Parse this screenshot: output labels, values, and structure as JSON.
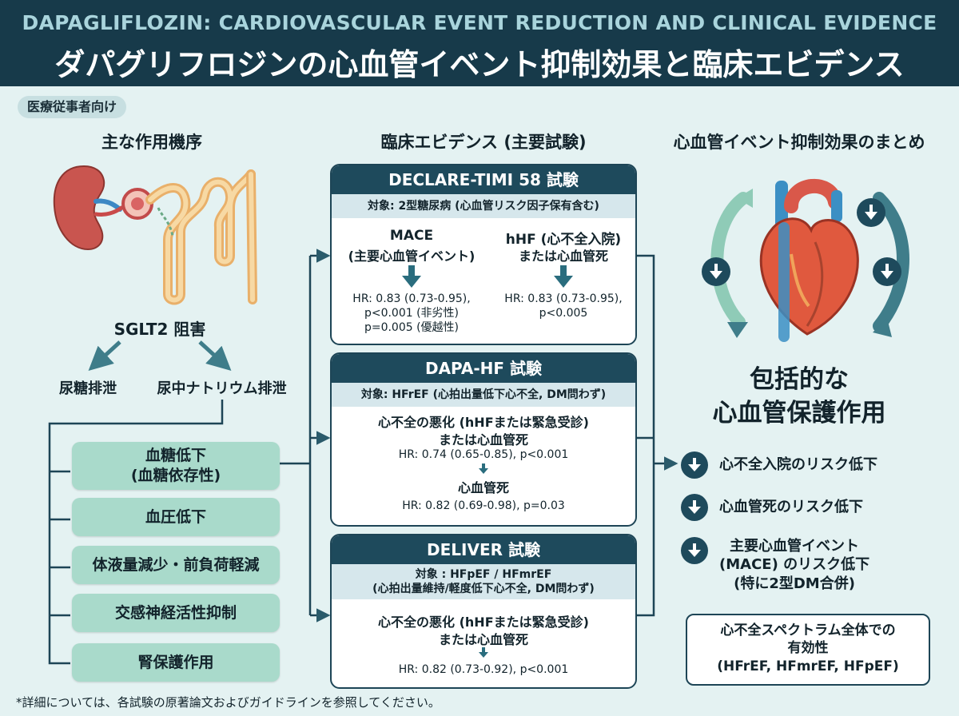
{
  "header": {
    "title_en": "DAPAGLIFLOZIN: CARDIOVASCULAR EVENT REDUCTION AND CLINICAL EVIDENCE",
    "title_ja": "ダパグリフロジンの心血管イベント抑制効果と臨床エビデンス"
  },
  "audience_tag": "医療従事者向け",
  "mechanism": {
    "title": "主な作用機序",
    "sglt2": "SGLT2 阻害",
    "branch_left": "尿糖排泄",
    "branch_right": "尿中ナトリウム排泄",
    "effects": [
      {
        "line1": "血糖低下",
        "line2": "(血糖依存性)"
      },
      {
        "line1": "血圧低下",
        "line2": ""
      },
      {
        "line1": "体液量減少・前負荷軽減",
        "line2": ""
      },
      {
        "line1": "交感神経活性抑制",
        "line2": ""
      },
      {
        "line1": "腎保護作用",
        "line2": ""
      }
    ]
  },
  "evidence": {
    "title": "臨床エビデンス (主要試験)",
    "declare": {
      "name": "DECLARE-TIMI 58 試験",
      "target": "対象: 2型糖尿病 (心血管リスク因子保有含む)",
      "left_ep_line1": "MACE",
      "left_ep_line2": "(主要心血管イベント)",
      "left_hr_line1": "HR: 0.83 (0.73-0.95),",
      "left_hr_line2": "p<0.001 (非劣性)",
      "left_hr_line3": "p=0.005 (優越性)",
      "right_ep_line1": "hHF (心不全入院)",
      "right_ep_line2": "または心血管死",
      "right_hr_line1": "HR: 0.83 (0.73-0.95),",
      "right_hr_line2": "p<0.005"
    },
    "dapahf": {
      "name": "DAPA-HF 試験",
      "target": "対象: HFrEF (心拍出量低下心不全, DM問わず)",
      "ep1_line1": "心不全の悪化 (hHFまたは緊急受診)",
      "ep1_line2": "または心血管死",
      "hr1": "HR: 0.74 (0.65-0.85), p<0.001",
      "ep2": "心血管死",
      "hr2": "HR: 0.82 (0.69-0.98), p=0.03"
    },
    "deliver": {
      "name": "DELIVER 試験",
      "target_line1": "対象 : HFpEF / HFmrEF",
      "target_line2": "(心拍出量維持/軽度低下心不全, DM問わず)",
      "ep_line1": "心不全の悪化 (hHFまたは緊急受診)",
      "ep_line2": "または心血管死",
      "hr": "HR: 0.82 (0.73-0.92), p<0.001"
    }
  },
  "summary": {
    "title": "心血管イベント抑制効果のまとめ",
    "headline_line1": "包括的な",
    "headline_line2": "心血管保護作用",
    "items": [
      {
        "line1": "心不全入院のリスク低下",
        "line2": "",
        "line3": ""
      },
      {
        "line1": "心血管死のリスク低下",
        "line2": "",
        "line3": ""
      },
      {
        "line1": "主要心血管イベント",
        "line2": "(MACE) のリスク低下",
        "line3": "(特に2型DM合併)"
      }
    ],
    "spectrum_line1": "心不全スペクトラム全体での",
    "spectrum_line2": "有効性",
    "spectrum_line3": "(HFrEF, HFmrEF, HFpEF)"
  },
  "footnote": "*詳細については、各試験の原著論文およびガイドラインを参照してください。",
  "colors": {
    "background": "#e4f2f2",
    "header": "#173a4a",
    "accent_dark": "#1e4a5c",
    "mechanism_box": "#a9dacb",
    "arrow_teal": "#3f7d8a"
  }
}
